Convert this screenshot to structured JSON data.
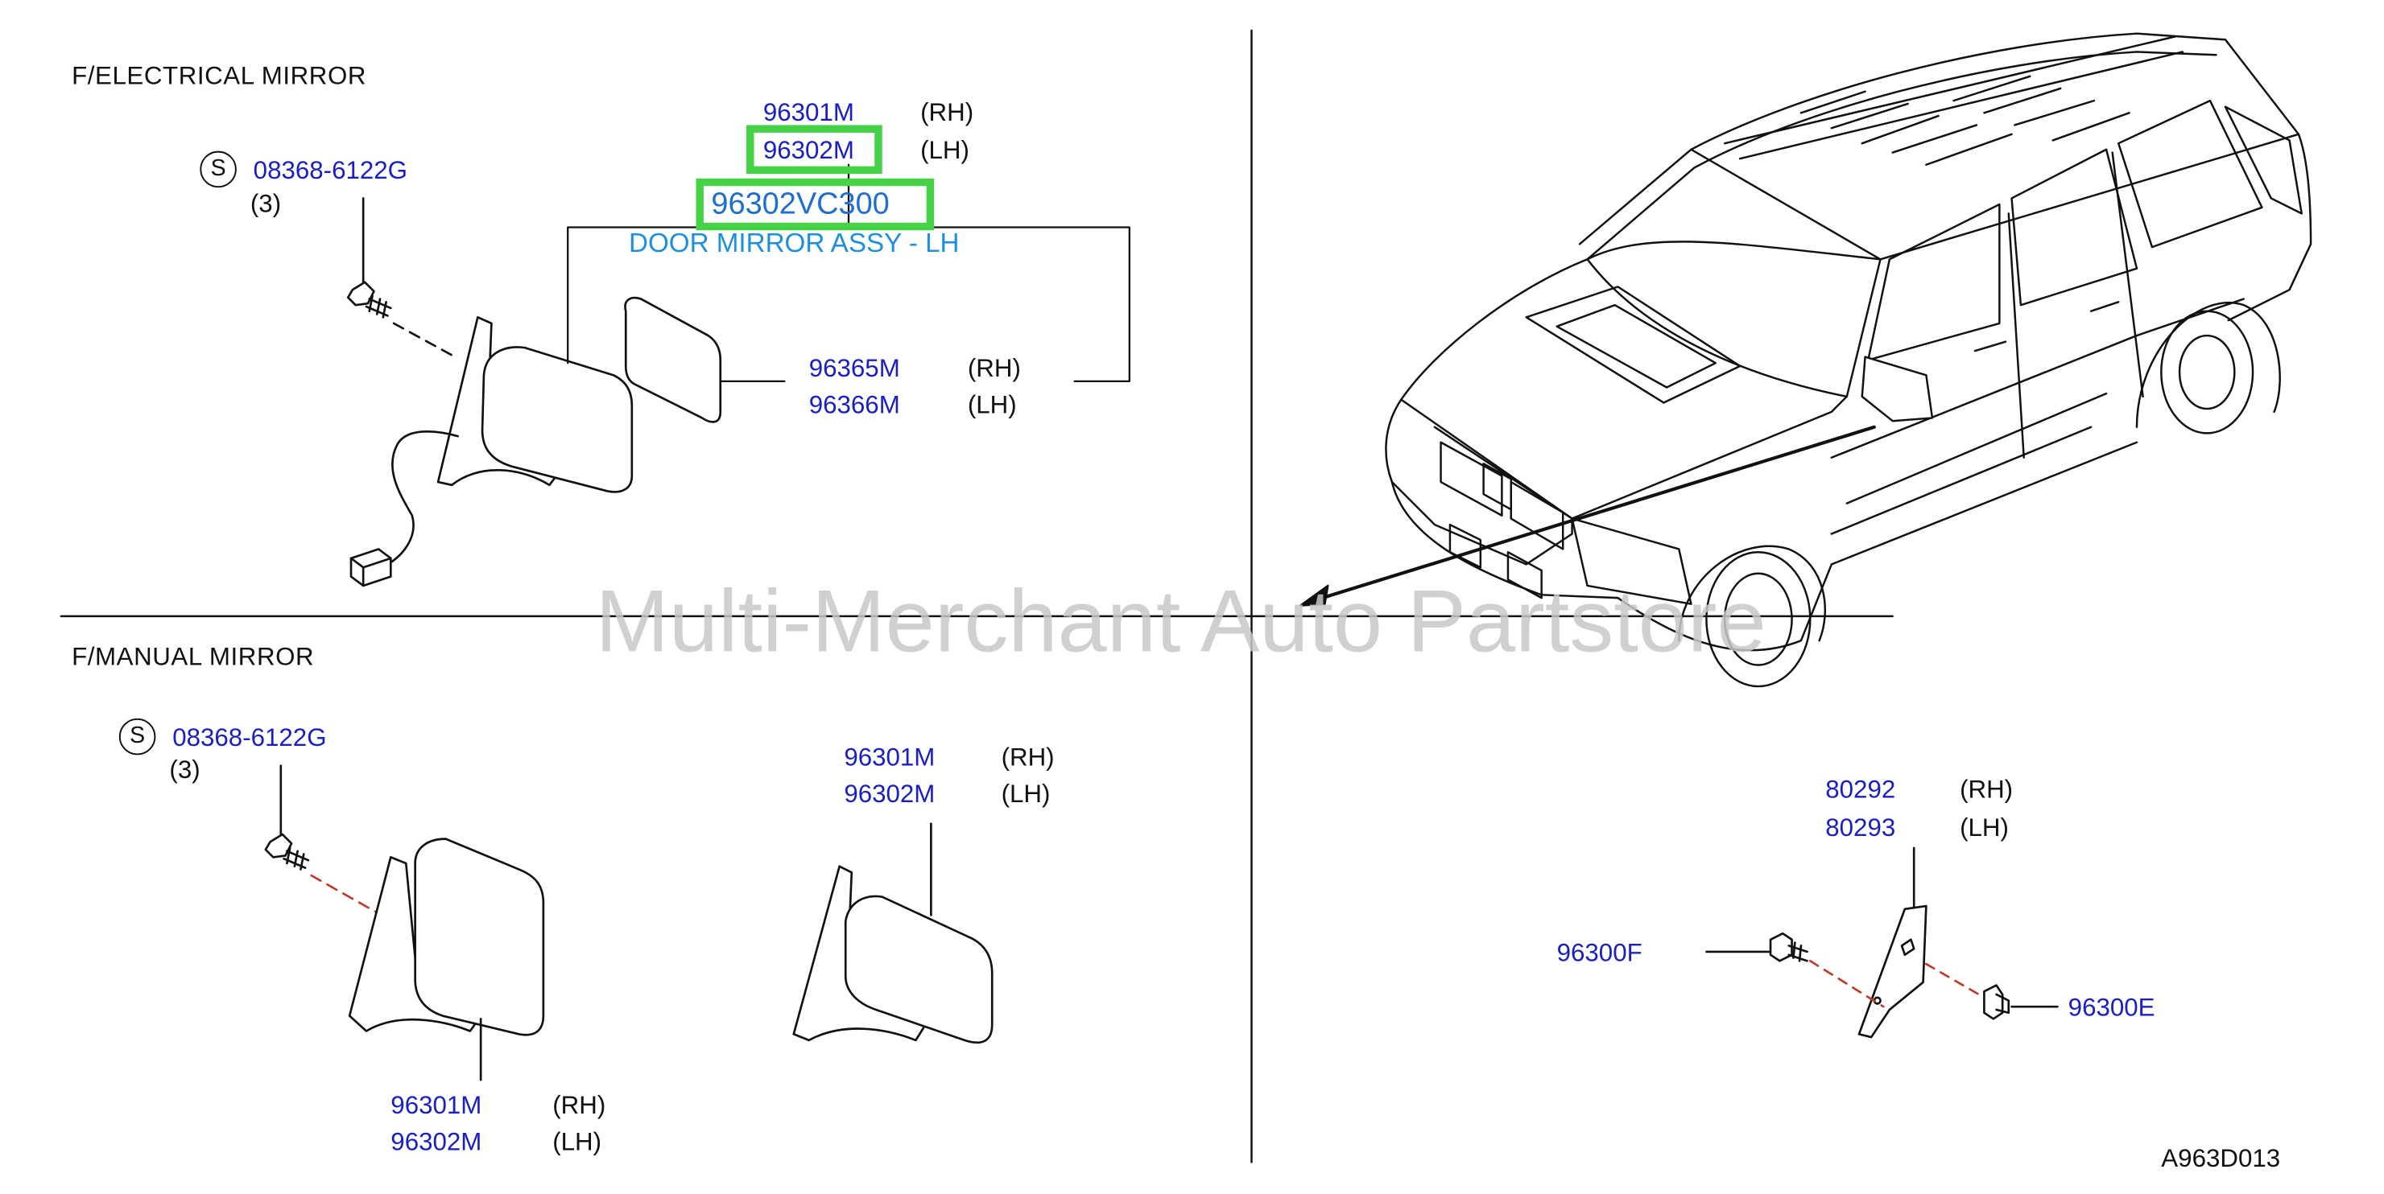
{
  "sections": {
    "electrical": "F/ELECTRICAL   MIRROR",
    "manual": "F/MANUAL   MIRROR"
  },
  "screw_symbol": "S",
  "electrical": {
    "screw_part": "08368-6122G",
    "screw_qty": "(3)",
    "assy_rh_part": "96301M",
    "assy_rh_side": "(RH)",
    "assy_lh_part": "96302M",
    "assy_lh_side": "(LH)",
    "selected_part": "96302VC300",
    "selected_desc": "DOOR MIRROR ASSY - LH",
    "glass_rh_part": "96365M",
    "glass_rh_side": "(RH)",
    "glass_lh_part": "96366M",
    "glass_lh_side": "(LH)"
  },
  "manual": {
    "screw_part": "08368-6122G",
    "screw_qty": "(3)",
    "left_rh_part": "96301M",
    "left_rh_side": "(RH)",
    "left_lh_part": "96302M",
    "left_lh_side": "(LH)",
    "right_rh_part": "96301M",
    "right_rh_side": "(RH)",
    "right_lh_part": "96302M",
    "right_lh_side": "(LH)"
  },
  "bracket": {
    "rh_part": "80292",
    "rh_side": "(RH)",
    "lh_part": "80293",
    "lh_side": "(LH)",
    "screw_part": "96300F",
    "clip_part": "96300E"
  },
  "watermark": "Multi-Merchant Auto Partstore",
  "diagram_code": "A963D013",
  "colors": {
    "part_number": "#1a1fc4",
    "highlight": "#46d246",
    "description": "#1e8fe0"
  }
}
